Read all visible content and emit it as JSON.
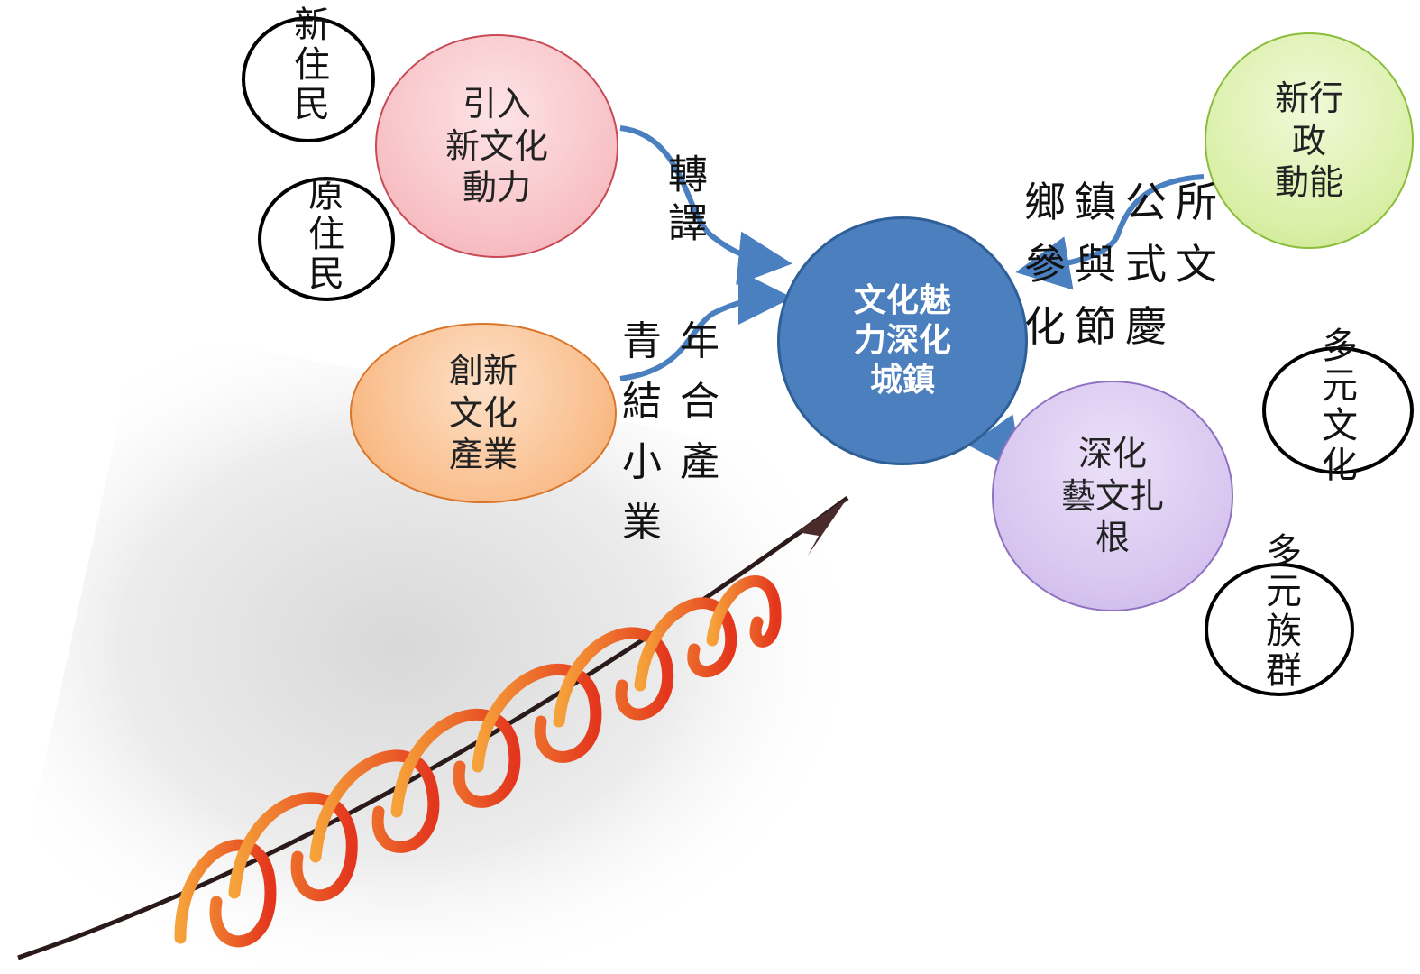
{
  "nodes": {
    "intro_new_culture": {
      "lines": [
        "引入",
        "新文化",
        "動力"
      ],
      "fill": "#f7bfc4",
      "stroke": "#c84a53"
    },
    "creative_industry": {
      "lines": [
        "創新",
        "文化",
        "產業"
      ],
      "fill": "#f9bd8a",
      "stroke": "#d9762b"
    },
    "center": {
      "lines": [
        "文化魅",
        "力深化",
        "城鎮"
      ],
      "fill": "#4b7fbd",
      "stroke": "#2f5f97"
    },
    "new_admin_energy": {
      "lines": [
        "新行",
        "政",
        "動能"
      ],
      "fill": "#d9efa6",
      "stroke": "#8abd3c"
    },
    "deepen_arts": {
      "lines": [
        "深化",
        "藝文扎",
        "根"
      ],
      "fill": "#d6c4ef",
      "stroke": "#8f72bf"
    }
  },
  "rings": {
    "new_residents": "新住民",
    "original_residents": "原住民",
    "multi_culture": "多元文化",
    "multi_ethnic": "多元族群"
  },
  "connectors": {
    "translate": "轉譯",
    "youth_lines": [
      "青年",
      "結合",
      "小產",
      "業"
    ],
    "township_lines": [
      "鄉鎮公所",
      "參與式文",
      "化節慶"
    ]
  },
  "colors": {
    "arrow": "#4a7fc0",
    "spiral_outer": "#f5a030",
    "spiral_inner": "#e23a1e",
    "shaft": "#3a2a2a"
  }
}
